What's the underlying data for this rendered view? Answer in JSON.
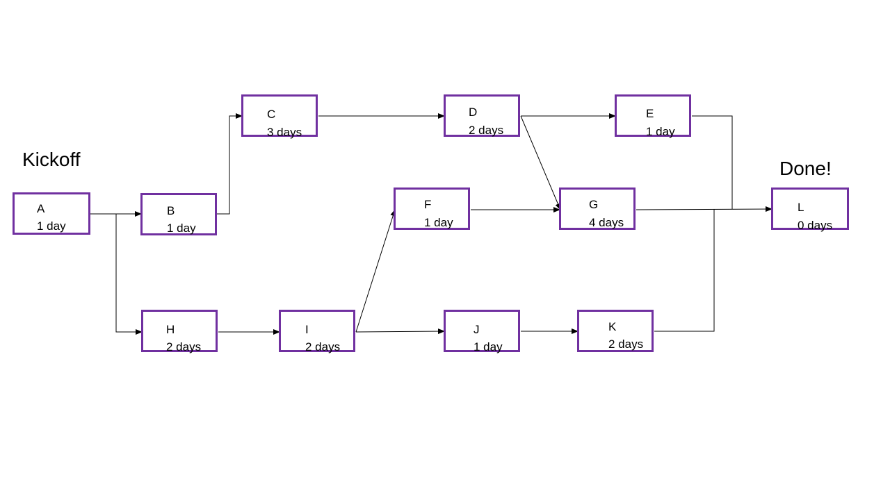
{
  "labels": {
    "start": "Kickoff",
    "end": "Done!"
  },
  "colors": {
    "node_border": "#7030a0",
    "arrow": "#000000"
  },
  "nodes": {
    "A": {
      "id": "A",
      "duration": "1 day"
    },
    "B": {
      "id": "B",
      "duration": "1 day"
    },
    "C": {
      "id": "C",
      "duration": "3 days"
    },
    "D": {
      "id": "D",
      "duration": "2 days"
    },
    "E": {
      "id": "E",
      "duration": "1 day"
    },
    "F": {
      "id": "F",
      "duration": "1 day"
    },
    "G": {
      "id": "G",
      "duration": "4 days"
    },
    "H": {
      "id": "H",
      "duration": "2 days"
    },
    "I": {
      "id": "I",
      "duration": "2 days"
    },
    "J": {
      "id": "J",
      "duration": "1 day"
    },
    "K": {
      "id": "K",
      "duration": "2 days"
    },
    "L": {
      "id": "L",
      "duration": "0 days"
    }
  },
  "edges": [
    {
      "from": "A",
      "to": "B"
    },
    {
      "from": "A",
      "to": "H"
    },
    {
      "from": "B",
      "to": "C"
    },
    {
      "from": "C",
      "to": "D"
    },
    {
      "from": "D",
      "to": "E"
    },
    {
      "from": "D",
      "to": "G"
    },
    {
      "from": "E",
      "to": "L"
    },
    {
      "from": "F",
      "to": "G"
    },
    {
      "from": "G",
      "to": "L"
    },
    {
      "from": "H",
      "to": "I"
    },
    {
      "from": "I",
      "to": "F"
    },
    {
      "from": "I",
      "to": "J"
    },
    {
      "from": "J",
      "to": "K"
    },
    {
      "from": "K",
      "to": "L"
    }
  ]
}
